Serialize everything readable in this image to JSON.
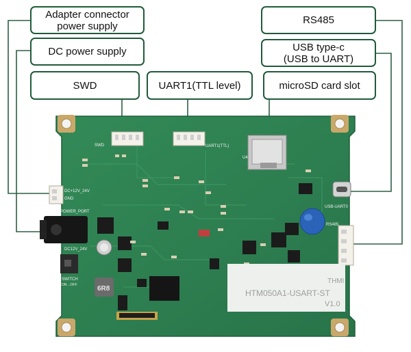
{
  "callouts": {
    "adapter": "Adapter connector\npower supply",
    "dc": "DC power supply",
    "swd": "SWD",
    "uart1": "UART1(TTL level)",
    "microsd": "microSD card slot",
    "rs485": "RS485",
    "usbc": "USB type-c\n(USB to UART)"
  },
  "silkscreen": {
    "swd": "SWD",
    "uart1": "UART1(TTL)",
    "dc_in": "DC+12V_24V",
    "gnd": "GND",
    "power_port": "POWER_PORT",
    "dc_range": "DC12V_24V",
    "switch": "SWITCH",
    "switch_onoff": "ON→OFF",
    "usb_uart": "USB-UART0",
    "rs485": "RS485",
    "u4": "U4",
    "inductor": "6R8"
  },
  "label_sticker": {
    "line1": "THMI",
    "line2": "HTM050A1-USART-ST",
    "line3": "V1.0"
  },
  "colors": {
    "pcb": "#2e7d4f",
    "pcb_dark": "#1f5e3a",
    "callout_border": "#1f5a3a",
    "leader": "#2c5e44",
    "varistor": "#2a63b8"
  }
}
